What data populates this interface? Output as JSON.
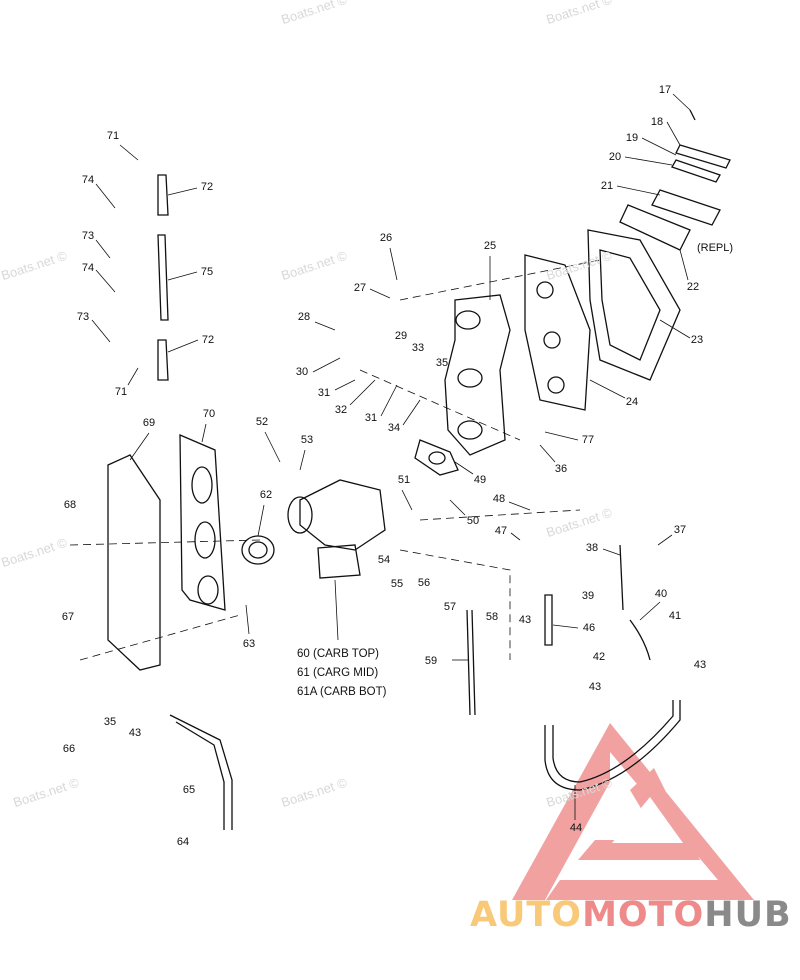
{
  "diagram": {
    "callouts": [
      "17",
      "18",
      "19",
      "20",
      "21",
      "(REPL)",
      "22",
      "23",
      "24",
      "25",
      "26",
      "27",
      "28",
      "29",
      "33",
      "35",
      "30",
      "31",
      "32",
      "31",
      "34",
      "77",
      "36",
      "49",
      "51",
      "50",
      "48",
      "47",
      "52",
      "53",
      "62",
      "63",
      "71",
      "72",
      "74",
      "73",
      "75",
      "74",
      "73",
      "72",
      "71",
      "69",
      "70",
      "68",
      "67",
      "66",
      "35",
      "43",
      "65",
      "64",
      "54",
      "55",
      "56",
      "57",
      "58",
      "59",
      "43",
      "46",
      "37",
      "38",
      "39",
      "40",
      "41",
      "42",
      "43",
      "43",
      "44"
    ],
    "carb_notes": [
      "60 (CARB TOP)",
      "61 (CARG MID)",
      "61A (CARB BOT)"
    ]
  },
  "watermark": "Boats.net ©",
  "logo": {
    "part1": "AUTO",
    "part2": "MOTO",
    "part3": "HUB",
    "colors": {
      "auto": "#f8c978",
      "moto": "#ef8a8a",
      "hub": "#8a8a8a",
      "triangle": "#ef8a8a"
    }
  }
}
